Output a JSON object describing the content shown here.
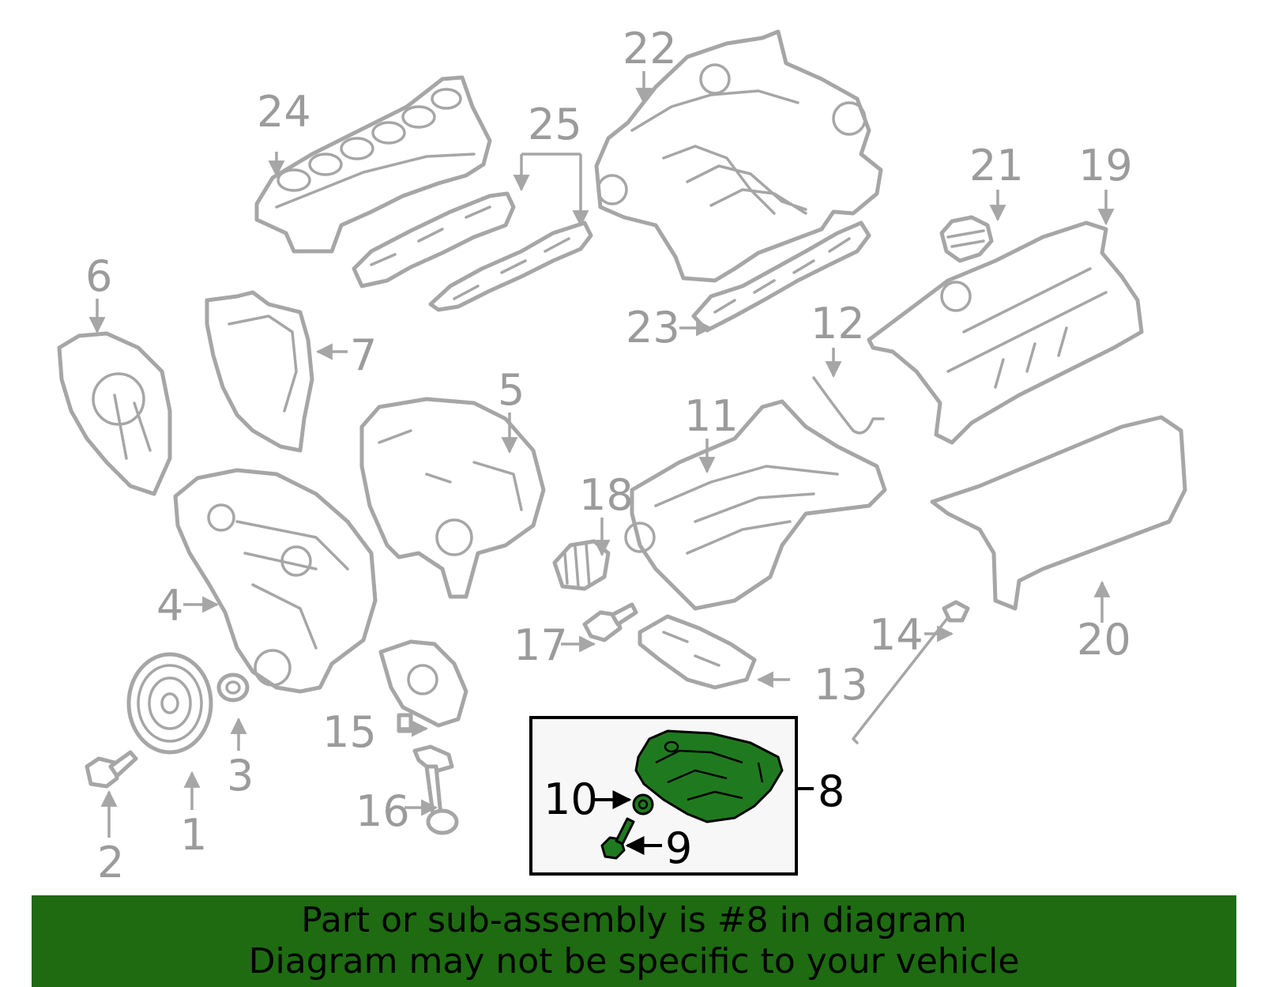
{
  "diagram": {
    "callouts": {
      "c1": "1",
      "c2": "2",
      "c3": "3",
      "c4": "4",
      "c5": "5",
      "c6": "6",
      "c7": "7",
      "c8": "8",
      "c9": "9",
      "c10": "10",
      "c11": "11",
      "c12": "12",
      "c13": "13",
      "c14": "14",
      "c15": "15",
      "c16": "16",
      "c17": "17",
      "c18": "18",
      "c19": "19",
      "c20": "20",
      "c21": "21",
      "c22": "22",
      "c23": "23",
      "c24": "24",
      "c25": "25"
    },
    "highlighted_part": "8"
  },
  "banner": {
    "line1": "Part or sub-assembly is #8 in diagram",
    "line2": "Diagram may not be specific to your vehicle"
  },
  "colors": {
    "part_outline": "#a6a6a6",
    "highlight_fill": "#1f7a1f",
    "banner_background": "#1e6b12"
  }
}
